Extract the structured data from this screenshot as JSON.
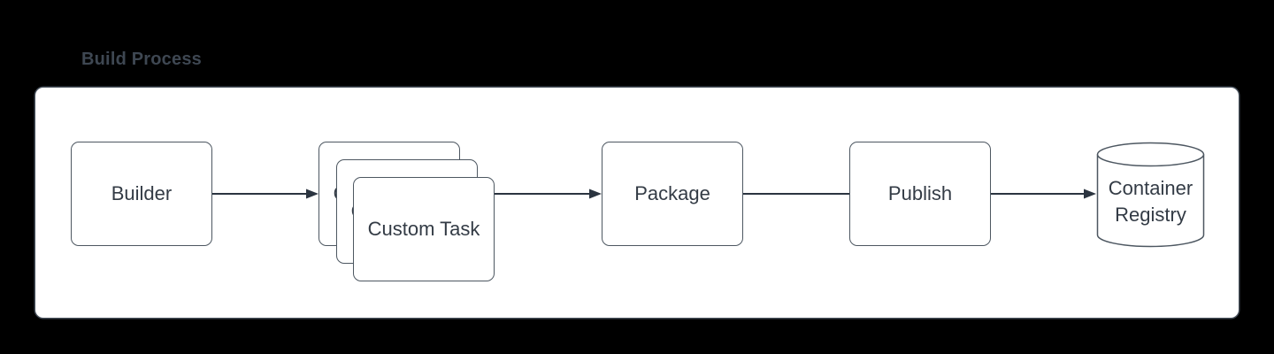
{
  "title": "Build Process",
  "diagram": {
    "nodes": [
      {
        "id": "builder",
        "label": "Builder",
        "shape": "rectangle"
      },
      {
        "id": "custom-task",
        "label": "Custom Task",
        "shape": "stacked-rectangles",
        "stack_count": 3
      },
      {
        "id": "package",
        "label": "Package",
        "shape": "rectangle"
      },
      {
        "id": "publish",
        "label": "Publish",
        "shape": "rectangle"
      },
      {
        "id": "container-registry",
        "label": "Container Registry",
        "shape": "cylinder"
      }
    ],
    "edges": [
      {
        "from": "Builder",
        "to": "Custom Task"
      },
      {
        "from": "Custom Task",
        "to": "Package"
      },
      {
        "from": "Package",
        "to": "Publish"
      },
      {
        "from": "Publish",
        "to": "Container Registry"
      }
    ]
  },
  "colors": {
    "page_background": "#000000",
    "panel_background": "#ffffff",
    "panel_border": "#434c57",
    "node_border": "#4d5761",
    "arrow": "#2b3440",
    "node_text": "#333b45",
    "title_text": "#3e4752"
  }
}
